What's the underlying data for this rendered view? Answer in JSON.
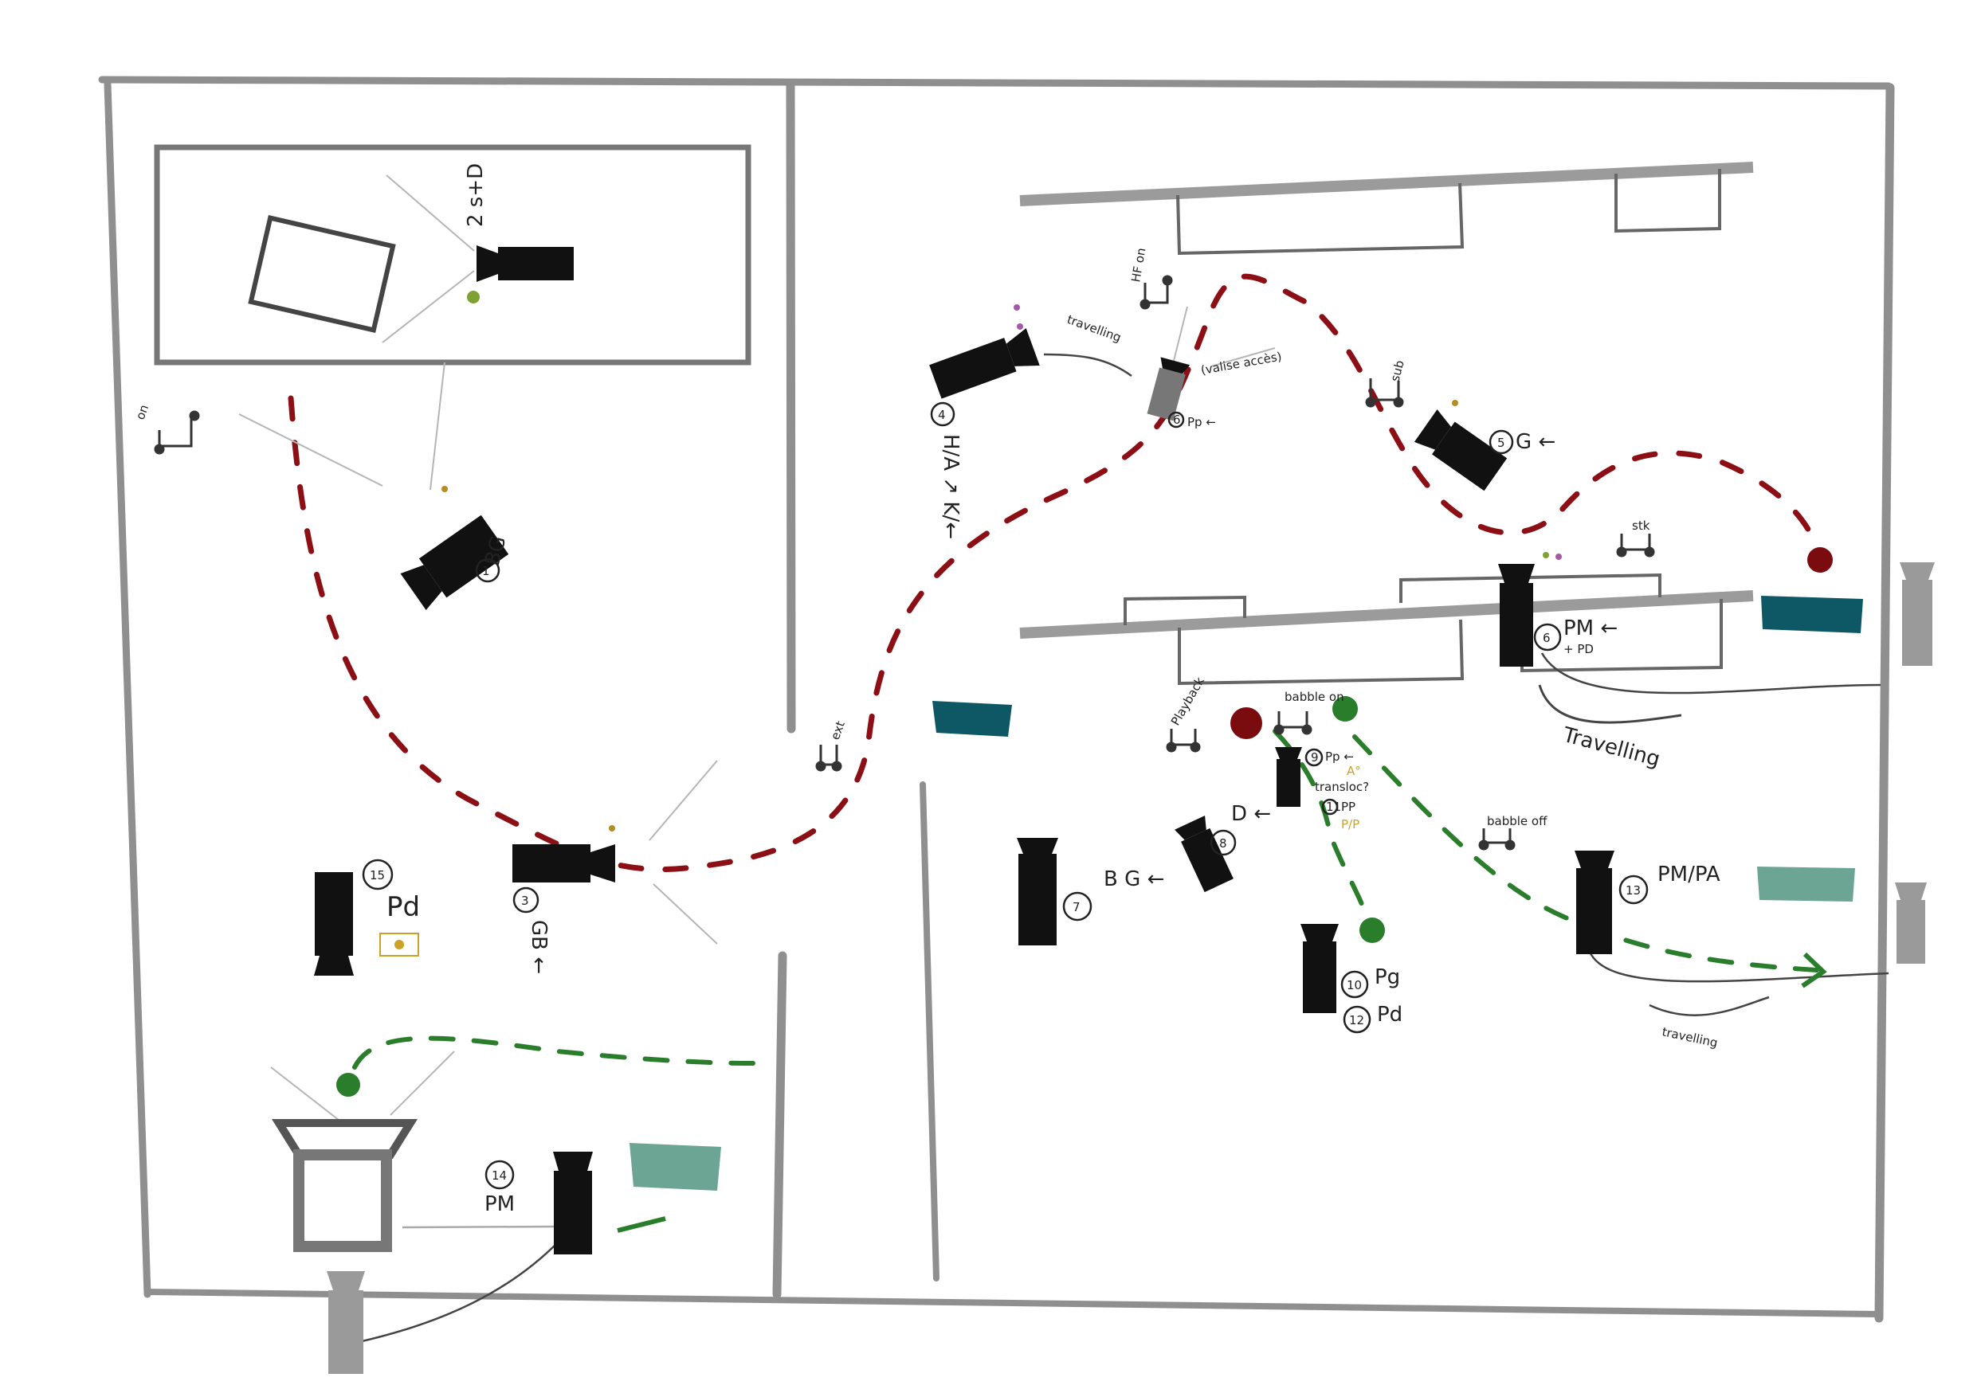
{
  "colors": {
    "wall": "#8f8f8f",
    "camera": "#111111",
    "ghost_camera": "#9a9a9a",
    "red_path": "#8b0f14",
    "green_path": "#2a7d2a",
    "teal_dark": "#0e5866",
    "teal_light": "#6da595",
    "accent_yellow": "#c9a227"
  },
  "cameras": {
    "c1": {
      "num": "1",
      "label": "BG"
    },
    "c2": {
      "label": "2 s+D"
    },
    "c3": {
      "num": "3",
      "label": "GB ←"
    },
    "c4": {
      "num": "4",
      "label": "H/A ↗ K/←"
    },
    "c5": {
      "num": "5",
      "label": "G ←"
    },
    "c6": {
      "num": "6",
      "label": "PM ←",
      "sub": "+ PD"
    },
    "c7": {
      "num": "7",
      "label": "B G ←"
    },
    "c8": {
      "num": "8",
      "label": "D ←"
    },
    "c9": {
      "num": "9",
      "label": "Pp ←",
      "sub": "transloc?",
      "sub2": "A°"
    },
    "c10": {
      "num": "10",
      "label": "Pg"
    },
    "c11": {
      "num": "11",
      "label": "PP",
      "sub": "P/P"
    },
    "c12": {
      "num": "12",
      "label": "Pd"
    },
    "c13": {
      "num": "13",
      "label": "PM/PA"
    },
    "c14": {
      "num": "14",
      "label": "PM"
    },
    "c15": {
      "num": "15",
      "label": "Pd"
    },
    "c_small": {
      "num": "6",
      "label": "Pp ←",
      "sub": "(valise accès)"
    }
  },
  "mic_notes": {
    "m1": "on",
    "m2": "ext",
    "m3": "HF on",
    "m4": "stk",
    "m5": "sub",
    "m6": "babble on",
    "m7": "babble off",
    "m8": "Playback"
  },
  "annotations": {
    "travelling_top": "travelling",
    "travelling_mid": "Travelling",
    "travelling_bottom": "travelling"
  }
}
